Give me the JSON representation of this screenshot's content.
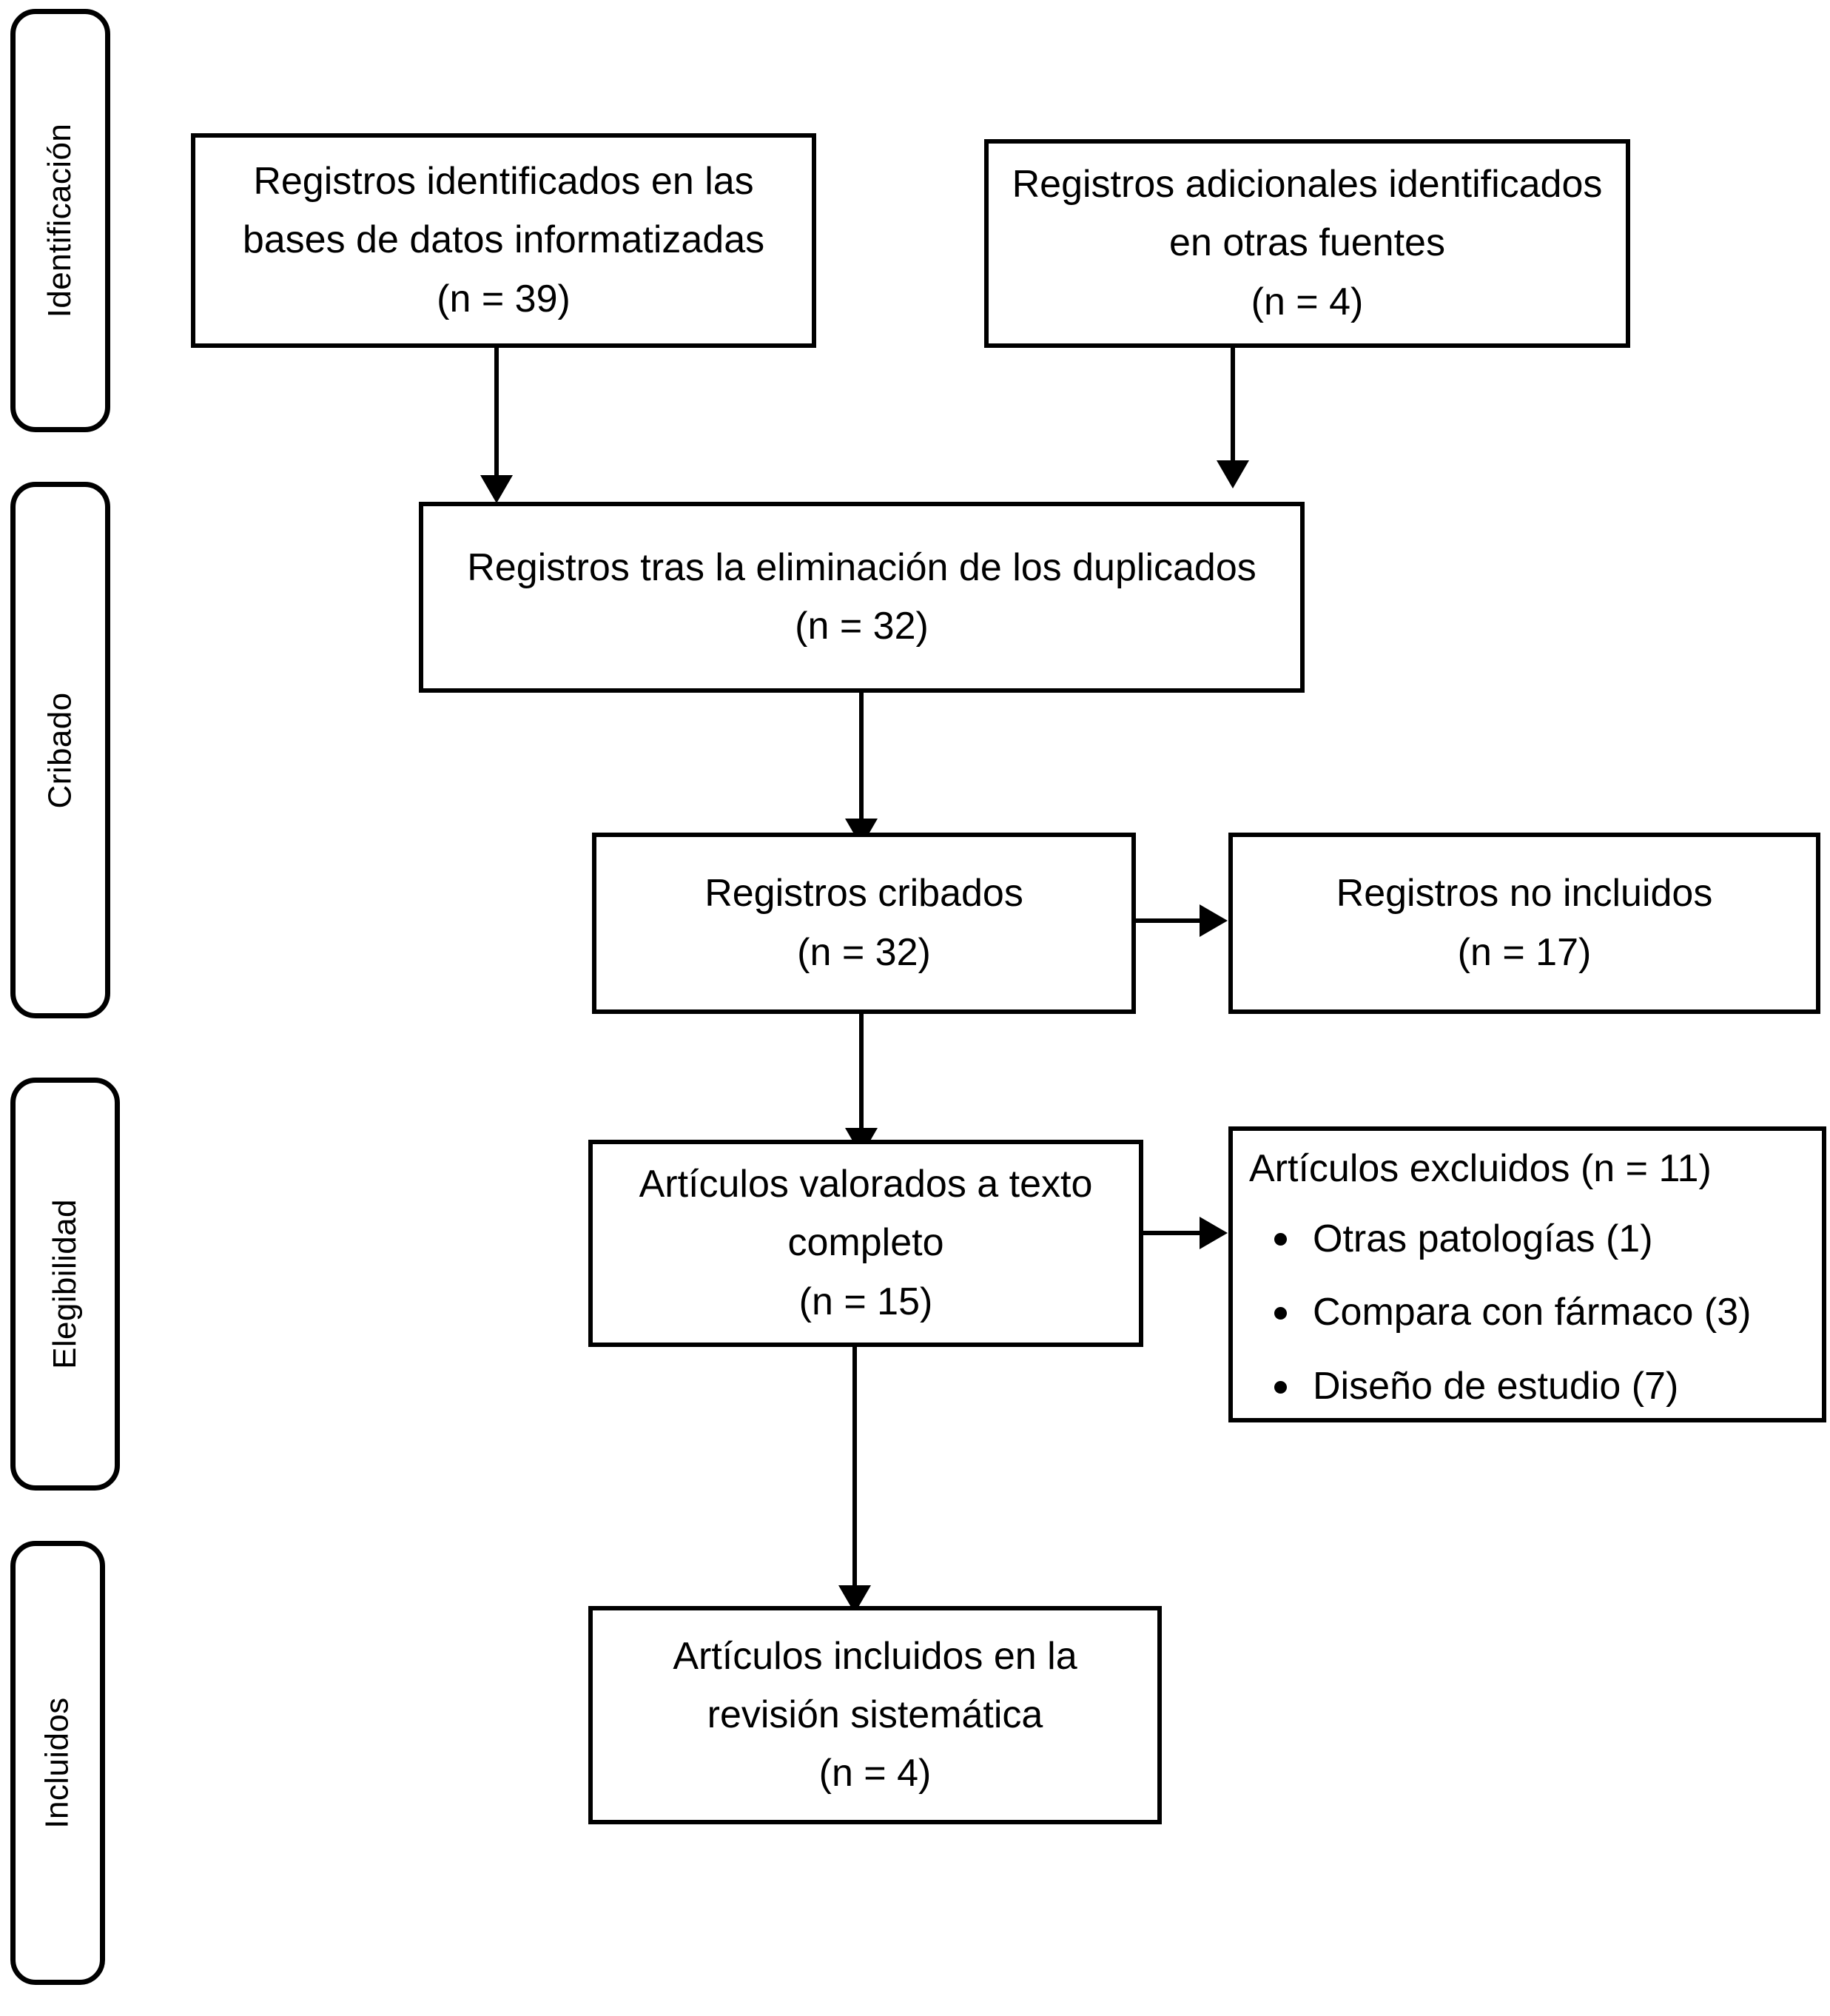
{
  "diagram": {
    "type": "prisma-flow-diagram",
    "language": "es",
    "colors": {
      "stroke": "#000000",
      "background": "#ffffff",
      "text": "#000000"
    },
    "stages": [
      {
        "id": "identificacion",
        "label": "Identificación"
      },
      {
        "id": "cribado",
        "label": "Cribado"
      },
      {
        "id": "elegibilidad",
        "label": "Elegibilidad"
      },
      {
        "id": "incluidos",
        "label": "Incluidos"
      }
    ],
    "boxes": {
      "databases": {
        "line1": "Registros identificados en las",
        "line2": "bases de datos informatizadas",
        "count": "(n = 39)"
      },
      "other_sources": {
        "line1": "Registros adicionales identificados",
        "line2": "en otras fuentes",
        "count": "(n = 4)"
      },
      "deduplicated": {
        "line1": "Registros tras la eliminación de los duplicados",
        "count": "(n = 32)"
      },
      "screened": {
        "line1": "Registros cribados",
        "count": "(n = 32)"
      },
      "not_included": {
        "line1": "Registros no incluidos",
        "count": "(n = 17)"
      },
      "fulltext": {
        "line1": "Artículos valorados a texto",
        "line2": "completo",
        "count": "(n = 15)"
      },
      "excluded": {
        "title": "Artículos excluidos (n = 11)",
        "reasons": [
          "Otras patologías (1)",
          "Compara con fármaco (3)",
          "Diseño de estudio (7)"
        ]
      },
      "included": {
        "line1": "Artículos incluidos en la",
        "line2": "revisión sistemática",
        "count": "(n = 4)"
      }
    }
  }
}
